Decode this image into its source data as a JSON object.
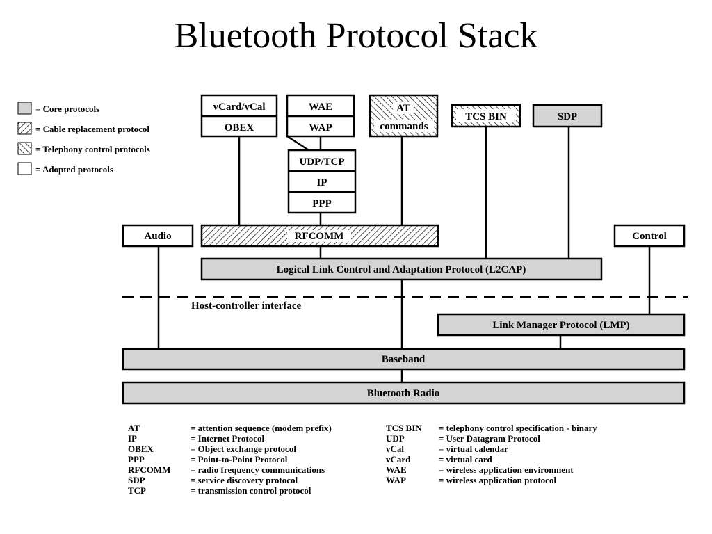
{
  "title": "Bluetooth Protocol Stack",
  "legend": [
    {
      "label": "= Core protocols",
      "pattern": "core"
    },
    {
      "label": "= Cable replacement protocol",
      "pattern": "cable"
    },
    {
      "label": "= Telephony control protocols",
      "pattern": "telephony"
    },
    {
      "label": "= Adopted protocols",
      "pattern": "adopted"
    }
  ],
  "boxes": {
    "vcard": "vCard/vCal",
    "obex": "OBEX",
    "wae": "WAE",
    "wap": "WAP",
    "at1": "AT",
    "at2": "commands",
    "tcsbin": "TCS BIN",
    "sdp": "SDP",
    "udptcp": "UDP/TCP",
    "ip": "IP",
    "ppp": "PPP",
    "audio": "Audio",
    "rfcomm": "RFCOMM",
    "control": "Control",
    "l2cap": "Logical Link Control and Adaptation Protocol (L2CAP)",
    "hci": "Host-controller interface",
    "lmp": "Link Manager Protocol (LMP)",
    "baseband": "Baseband",
    "radio": "Bluetooth Radio"
  },
  "colors": {
    "core_fill": "#d4d4d4",
    "stroke": "#000000",
    "background": "#ffffff"
  },
  "abbreviations_left": [
    {
      "abbr": "AT",
      "def": "= attention sequence (modem prefix)"
    },
    {
      "abbr": "IP",
      "def": "= Internet Protocol"
    },
    {
      "abbr": "OBEX",
      "def": "= Object exchange protocol"
    },
    {
      "abbr": "PPP",
      "def": "= Point-to-Point Protocol"
    },
    {
      "abbr": "RFCOMM",
      "def": "= radio frequency communications"
    },
    {
      "abbr": "SDP",
      "def": "= service discovery protocol"
    },
    {
      "abbr": "TCP",
      "def": "= transmission control protocol"
    }
  ],
  "abbreviations_right": [
    {
      "abbr": "TCS BIN",
      "def": "= telephony control specification - binary"
    },
    {
      "abbr": "UDP",
      "def": "= User Datagram Protocol"
    },
    {
      "abbr": "vCal",
      "def": "= virtual calendar"
    },
    {
      "abbr": "vCard",
      "def": "= virtual card"
    },
    {
      "abbr": "WAE",
      "def": "= wireless application environment"
    },
    {
      "abbr": "WAP",
      "def": "= wireless application protocol"
    }
  ]
}
